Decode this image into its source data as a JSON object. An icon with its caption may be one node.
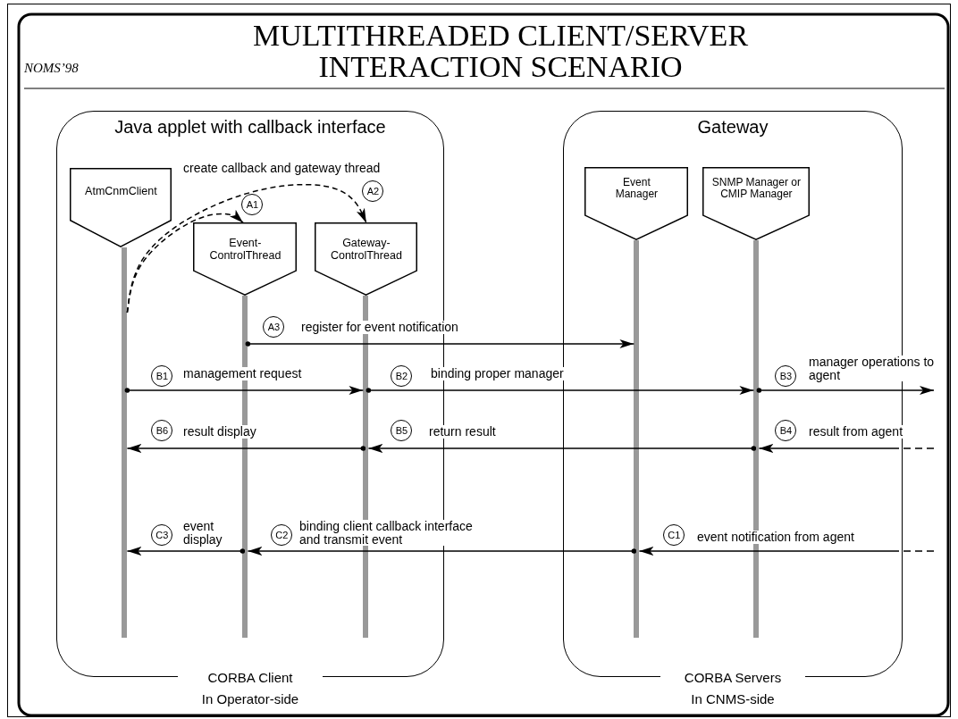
{
  "diagram": {
    "title": "MULTITHREADED CLIENT/SERVER INTERACTION SCENARIO",
    "nodes": [
      {
        "text": [
          "Java applet with callback interface",
          "CORBA Client In Operator-side"
        ]
      },
      {
        "text": [
          "AtmCnmClient"
        ],
        "in": 0
      },
      {
        "text": [
          "Event- ControlThread"
        ],
        "in": 0
      },
      {
        "text": [
          "Gateway- ControlThread"
        ],
        "in": 0
      },
      {
        "text": [],
        "shape": "bar",
        "in": 0
      },
      {
        "text": [],
        "shape": "bar",
        "in": 0
      },
      {
        "text": [],
        "shape": "bar",
        "in": 0
      },
      {
        "text": [
          "Gateway",
          "CORBA Servers In CNMS-side"
        ]
      },
      {
        "text": [
          "Event Manager"
        ],
        "in": 7
      },
      {
        "text": [
          "SNMP Manager or CMIP Manager"
        ],
        "in": 7
      },
      {
        "text": [],
        "shape": "bar",
        "in": 7
      },
      {
        "text": [],
        "shape": "bar",
        "in": 7
      },
      {
        "text": [
          "A1"
        ],
        "in": 0
      },
      {
        "text": [
          "A2"
        ],
        "in": 0
      },
      {
        "text": [
          "A3"
        ],
        "in": 0
      },
      {
        "text": [
          "B1"
        ],
        "in": 0
      },
      {
        "text": [
          "B2"
        ],
        "in": 0
      },
      {
        "text": [
          "B3"
        ],
        "in": 7
      },
      {
        "text": [
          "B6"
        ],
        "in": 0
      },
      {
        "text": [
          "B5"
        ],
        "in": 0
      },
      {
        "text": [
          "B4"
        ],
        "in": 7
      },
      {
        "text": [
          "C3"
        ],
        "in": 0
      },
      {
        "text": [
          "C2"
        ],
        "in": 0
      },
      {
        "text": [
          "C1"
        ],
        "in": 7
      }
    ],
    "edges": [
      {
        "from": 4,
        "to": 2,
        "arrow": "to",
        "style": "dashed"
      },
      {
        "from": 4,
        "to": 3,
        "arrow": "to",
        "style": "dashed",
        "label": "create callback and gateway thread"
      },
      {
        "from": 5,
        "to": 10,
        "arrow": "to",
        "label": "register for event notification"
      },
      {
        "from": 4,
        "to": 6,
        "arrow": "to",
        "label": "management request"
      },
      {
        "from": 6,
        "to": 11,
        "arrow": "to",
        "label": "binding proper manager"
      },
      {
        "from": 11,
        "to": null,
        "arrow": "to",
        "label": "manager operations to agent"
      },
      {
        "from": null,
        "to": 11,
        "arrow": "to",
        "style": "dashed",
        "label": "result from agent"
      },
      {
        "from": 11,
        "to": 6,
        "arrow": "to",
        "label": "return result"
      },
      {
        "from": 6,
        "to": 4,
        "arrow": "to",
        "label": "result display"
      },
      {
        "from": null,
        "to": 10,
        "arrow": "to",
        "style": "dashed",
        "label": "event notification from agent"
      },
      {
        "from": 10,
        "to": 5,
        "arrow": "to",
        "label": "binding client callback interface and transmit event"
      },
      {
        "from": 5,
        "to": 4,
        "arrow": "to",
        "label": "event display"
      }
    ],
    "labels": [
      "NOMS’98"
    ]
  }
}
